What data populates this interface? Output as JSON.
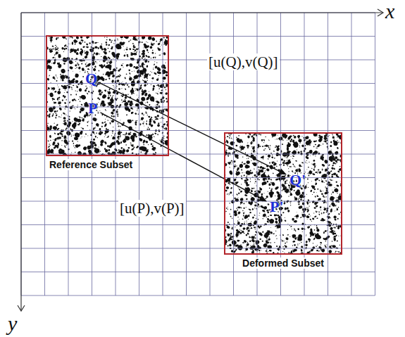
{
  "diagram": {
    "nodes": [
      {
        "text": [
          "Reference Subset"
        ]
      },
      {
        "text": [
          "Q"
        ],
        "in": 0
      },
      {
        "text": [
          "P"
        ],
        "in": 0
      },
      {
        "text": [
          "Deformed Subset"
        ]
      },
      {
        "text": [
          "Q'"
        ],
        "in": 3
      },
      {
        "text": [
          "P'"
        ],
        "in": 3
      }
    ],
    "edges": [
      {
        "from": 1,
        "to": 4,
        "label": "[u(Q),v(Q)]",
        "arrow": "to"
      },
      {
        "from": 2,
        "to": 5,
        "label": "[u(P),v(P)]",
        "arrow": "to"
      }
    ],
    "labels": [
      "x",
      "y"
    ]
  }
}
